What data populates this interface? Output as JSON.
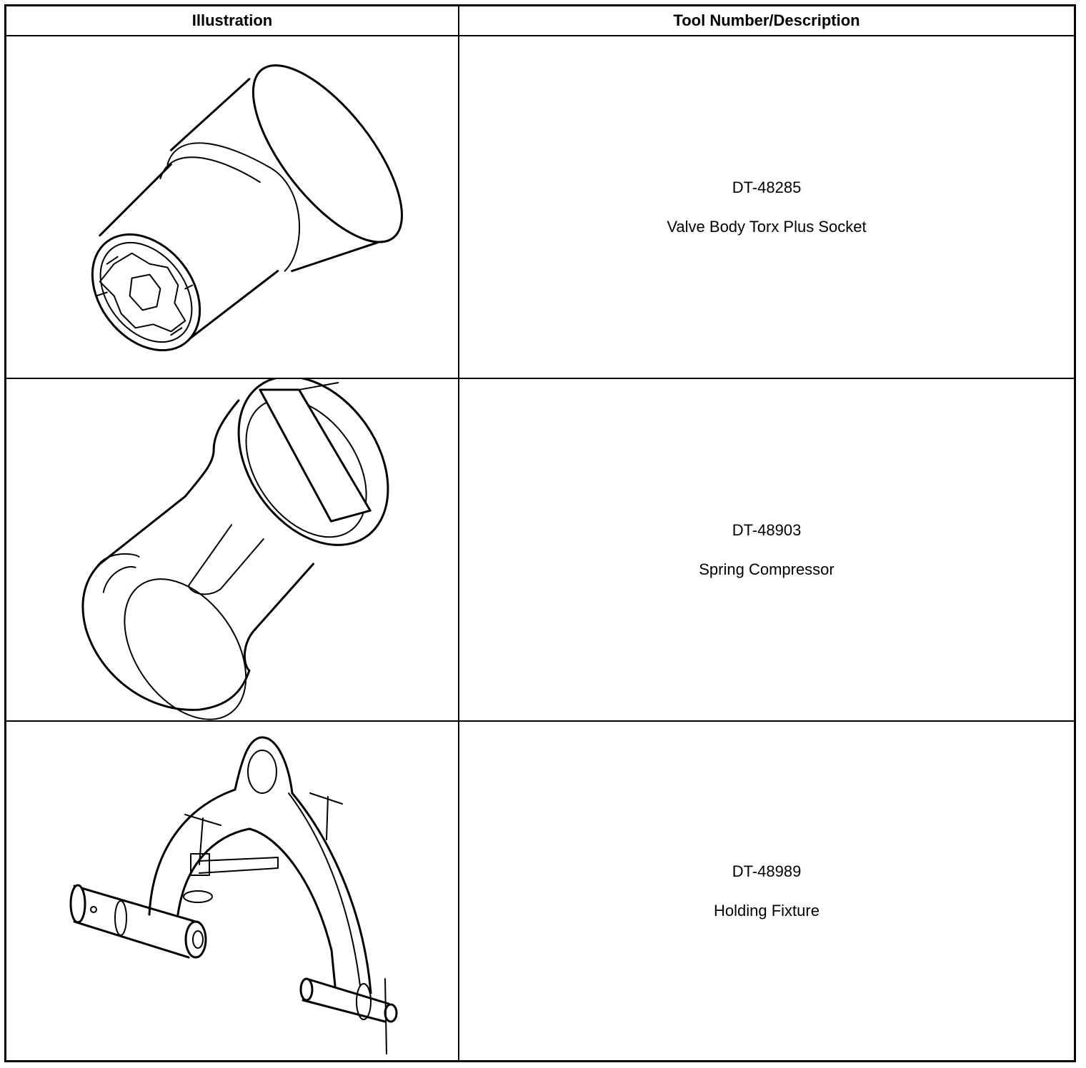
{
  "table": {
    "headers": {
      "illustration": "Illustration",
      "tool": "Tool Number/Description"
    },
    "rows": [
      {
        "tool_number": "DT-48285",
        "description": "Valve Body Torx Plus Socket",
        "illustration_icon": "torx-plus-socket-illustration"
      },
      {
        "tool_number": "DT-48903",
        "description": "Spring Compressor",
        "illustration_icon": "spring-compressor-illustration"
      },
      {
        "tool_number": "DT-48989",
        "description": "Holding Fixture",
        "illustration_icon": "holding-fixture-illustration"
      }
    ]
  }
}
